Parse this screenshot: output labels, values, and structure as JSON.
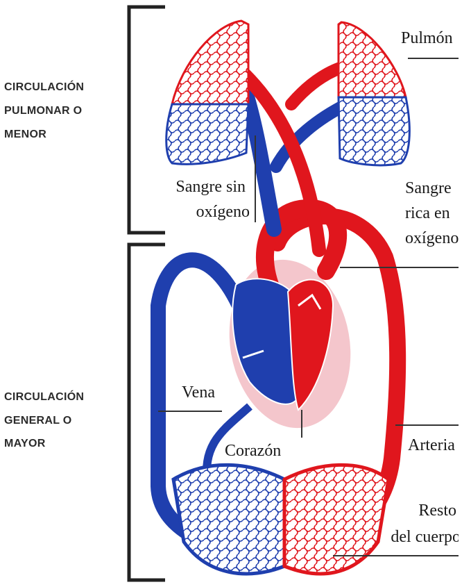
{
  "sections": {
    "pulmonary": [
      "CIRCULACIÓN",
      "PULMONAR O",
      "MENOR"
    ],
    "systemic": [
      "CIRCULACIÓN",
      "GENERAL O",
      "MAYOR"
    ]
  },
  "labels": {
    "lungs": "Pulmón",
    "deoxygenated": [
      "Sangre sin",
      "oxígeno"
    ],
    "oxygenated": [
      "Sangre",
      "rica en",
      "oxígeno"
    ],
    "vein": "Vena",
    "heart": "Corazón",
    "artery": "Arteria",
    "body": [
      "Resto",
      "del cuerpo"
    ]
  },
  "colors": {
    "oxygenated": "#e0161d",
    "deoxygenated": "#1f3fae",
    "pericardium": "#f4c6cc",
    "bracket": "#222222"
  }
}
